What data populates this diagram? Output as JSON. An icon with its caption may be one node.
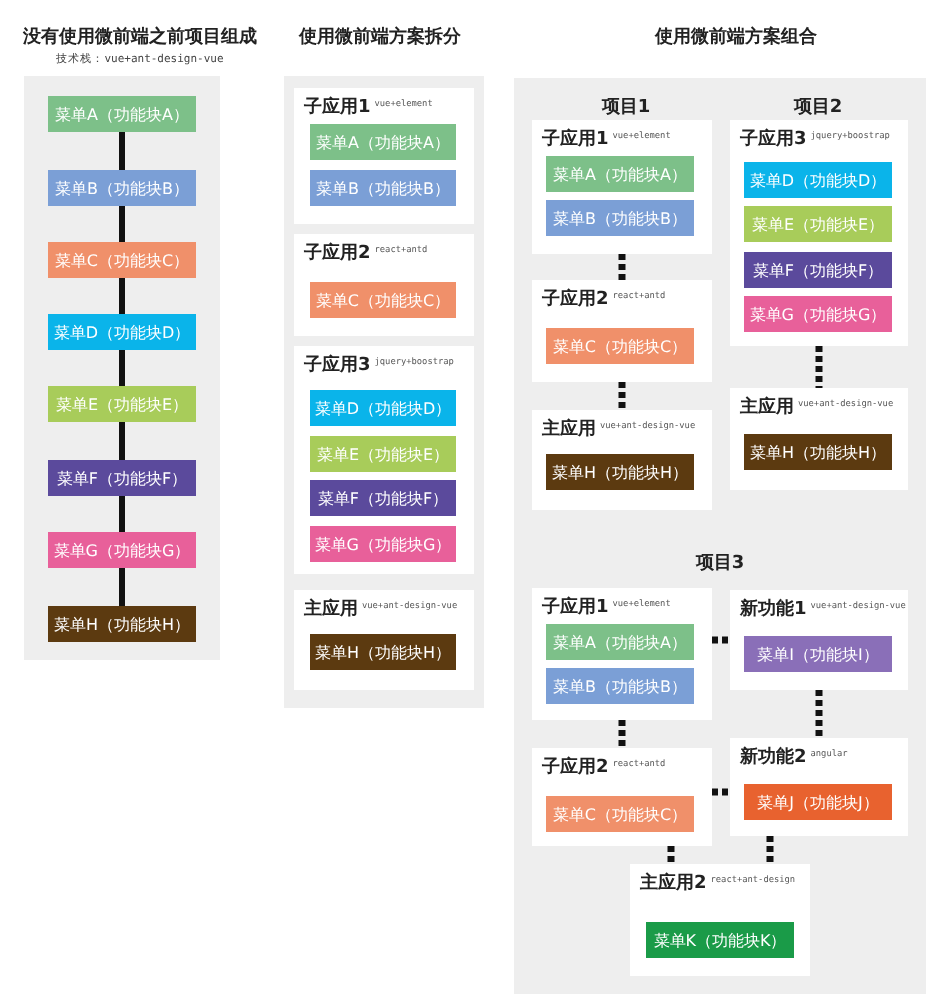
{
  "diagram": {
    "nodes": [
      {
        "text": [],
        "shape": "box"
      },
      {
        "text": [
          "菜单A（功能块A）"
        ],
        "in": 0
      },
      {
        "text": [
          "菜单B（功能块B）"
        ],
        "in": 0
      },
      {
        "text": [
          "菜单C（功能块C）"
        ],
        "in": 0
      },
      {
        "text": [
          "菜单D（功能块D）"
        ],
        "in": 0
      },
      {
        "text": [
          "菜单E（功能块E）"
        ],
        "in": 0
      },
      {
        "text": [
          "菜单F（功能块F）"
        ],
        "in": 0
      },
      {
        "text": [
          "菜单G（功能块G）"
        ],
        "in": 0
      },
      {
        "text": [
          "菜单H（功能块H）"
        ],
        "in": 0
      },
      {
        "text": [],
        "shape": "box"
      },
      {
        "text": [
          "子应用1",
          "vue+element"
        ],
        "in": 9
      },
      {
        "text": [
          "菜单A（功能块A）"
        ],
        "in": 10
      },
      {
        "text": [
          "菜单B（功能块B）"
        ],
        "in": 10
      },
      {
        "text": [
          "子应用2",
          "react+antd"
        ],
        "in": 9
      },
      {
        "text": [
          "菜单C（功能块C）"
        ],
        "in": 13
      },
      {
        "text": [
          "子应用3",
          "jquery+boostrap"
        ],
        "in": 9
      },
      {
        "text": [
          "菜单D（功能块D）"
        ],
        "in": 15
      },
      {
        "text": [
          "菜单E（功能块E）"
        ],
        "in": 15
      },
      {
        "text": [
          "菜单F（功能块F）"
        ],
        "in": 15
      },
      {
        "text": [
          "菜单G（功能块G）"
        ],
        "in": 15
      },
      {
        "text": [
          "主应用",
          "vue+ant-design-vue"
        ],
        "in": 9
      },
      {
        "text": [
          "菜单H（功能块H）"
        ],
        "in": 20
      },
      {
        "text": [],
        "shape": "box"
      },
      {
        "text": [
          "子应用1",
          "vue+element"
        ],
        "in": 22
      },
      {
        "text": [
          "菜单A（功能块A）"
        ],
        "in": 23
      },
      {
        "text": [
          "菜单B（功能块B）"
        ],
        "in": 23
      },
      {
        "text": [
          "子应用2",
          "react+antd"
        ],
        "in": 22
      },
      {
        "text": [
          "菜单C（功能块C）"
        ],
        "in": 26
      },
      {
        "text": [
          "主应用",
          "vue+ant-design-vue"
        ],
        "in": 22
      },
      {
        "text": [
          "菜单H（功能块H）"
        ],
        "in": 28
      },
      {
        "text": [
          "子应用3",
          "jquery+boostrap"
        ],
        "in": 22
      },
      {
        "text": [
          "菜单D（功能块D）"
        ],
        "in": 30
      },
      {
        "text": [
          "菜单E（功能块E）"
        ],
        "in": 30
      },
      {
        "text": [
          "菜单F（功能块F）"
        ],
        "in": 30
      },
      {
        "text": [
          "菜单G（功能块G）"
        ],
        "in": 30
      },
      {
        "text": [
          "主应用",
          "vue+ant-design-vue"
        ],
        "in": 22
      },
      {
        "text": [
          "菜单H（功能块H）"
        ],
        "in": 35
      },
      {
        "text": [
          "子应用1",
          "vue+element"
        ],
        "in": 22
      },
      {
        "text": [
          "菜单A（功能块A）"
        ],
        "in": 37
      },
      {
        "text": [
          "菜单B（功能块B）"
        ],
        "in": 37
      },
      {
        "text": [
          "新功能1",
          "vue+ant-design-vue"
        ],
        "in": 22
      },
      {
        "text": [
          "菜单I（功能块I）"
        ],
        "in": 40
      },
      {
        "text": [
          "子应用2",
          "react+antd"
        ],
        "in": 22
      },
      {
        "text": [
          "菜单C（功能块C）"
        ],
        "in": 42
      },
      {
        "text": [
          "新功能2",
          "angular"
        ],
        "in": 22
      },
      {
        "text": [
          "菜单J（功能块J）"
        ],
        "in": 44
      },
      {
        "text": [
          "主应用2",
          "react+ant-design"
        ],
        "in": 22
      },
      {
        "text": [
          "菜单K（功能块K）"
        ],
        "in": 46
      }
    ],
    "edges": [
      {
        "from": 1,
        "to": 2,
        "arrow": "none"
      },
      {
        "from": 2,
        "to": 3,
        "arrow": "none"
      },
      {
        "from": 3,
        "to": 4,
        "arrow": "none"
      },
      {
        "from": 4,
        "to": 5,
        "arrow": "none"
      },
      {
        "from": 5,
        "to": 6,
        "arrow": "none"
      },
      {
        "from": 6,
        "to": 7,
        "arrow": "none"
      },
      {
        "from": 7,
        "to": 8,
        "arrow": "none"
      },
      {
        "from": 23,
        "to": 26,
        "arrow": "none",
        "style": "dashed"
      },
      {
        "from": 26,
        "to": 28,
        "arrow": "none",
        "style": "dashed"
      },
      {
        "from": 30,
        "to": 35,
        "arrow": "none",
        "style": "dashed"
      },
      {
        "from": 37,
        "to": 40,
        "arrow": "none",
        "style": "dashed"
      },
      {
        "from": 40,
        "to": 44,
        "arrow": "none",
        "style": "dashed"
      },
      {
        "from": 37,
        "to": 42,
        "arrow": "none",
        "style": "dashed"
      },
      {
        "from": 42,
        "to": 44,
        "arrow": "none",
        "style": "dashed"
      },
      {
        "from": 42,
        "to": 46,
        "arrow": "none",
        "style": "dashed"
      },
      {
        "from": 44,
        "to": 46,
        "arrow": "none",
        "style": "dashed"
      }
    ],
    "labels": [
      "没有使用微前端之前项目组成",
      "技术栈：vue+ant-design-vue",
      "使用微前端方案拆分",
      "使用微前端方案组合",
      "项目1",
      "项目2",
      "项目3"
    ]
  }
}
